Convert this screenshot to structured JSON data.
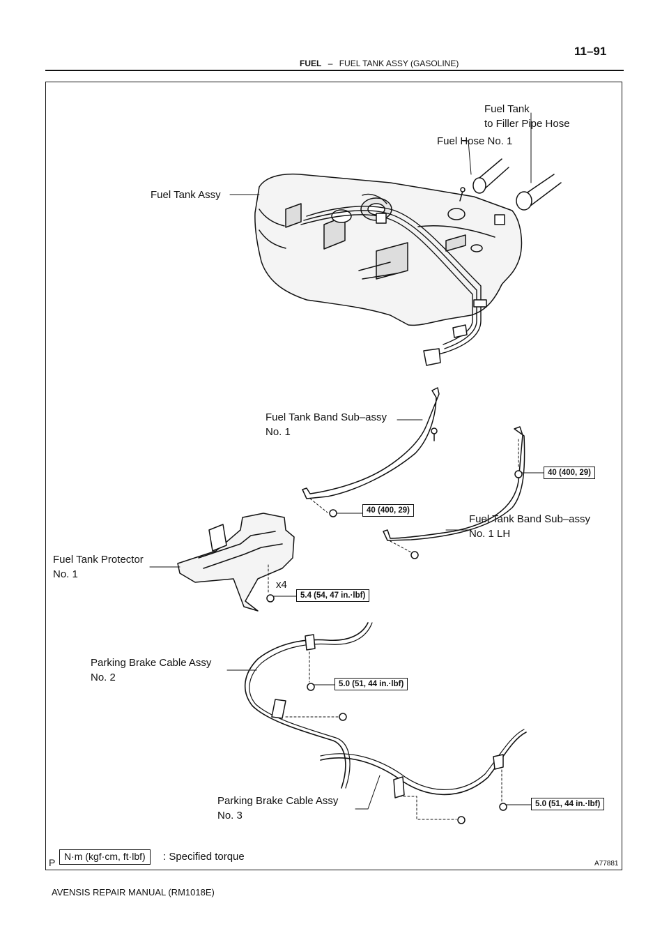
{
  "header": {
    "section": "FUEL",
    "separator": "–",
    "subtitle": "FUEL TANK ASSY (GASOLINE)",
    "page_number": "11–91"
  },
  "labels": {
    "fuel_tank_to_filler_line1": "Fuel Tank",
    "fuel_tank_to_filler_line2": "to Filler Pipe Hose",
    "fuel_hose_no1": "Fuel Hose No. 1",
    "fuel_tank_assy": "Fuel Tank Assy",
    "band_no1_line1": "Fuel Tank Band Sub–assy",
    "band_no1_line2": "No. 1",
    "band_no1_lh_line1": "Fuel Tank Band Sub–assy",
    "band_no1_lh_line2": "No. 1 LH",
    "protector_line1": "Fuel Tank Protector",
    "protector_line2": "No. 1",
    "x4": "x4",
    "pb_cable2_line1": "Parking Brake Cable Assy",
    "pb_cable2_line2": "No. 2",
    "pb_cable3_line1": "Parking Brake Cable Assy",
    "pb_cable3_line2": "No. 3"
  },
  "torques": {
    "band_rh": "40 (400, 29)",
    "band_lh": "40 (400, 29)",
    "protector": "5.4 (54, 47 in.·lbf)",
    "cable2": "5.0 (51, 44 in.·lbf)",
    "cable3": "5.0 (51, 44 in.·lbf)"
  },
  "legend": {
    "unit_box": "N·m (kgf·cm, ft·lbf)",
    "text": ": Specified torque"
  },
  "corner_letter": "P",
  "figure_id": "A77881",
  "footer": "AVENSIS REPAIR MANUAL   (RM1018E)"
}
